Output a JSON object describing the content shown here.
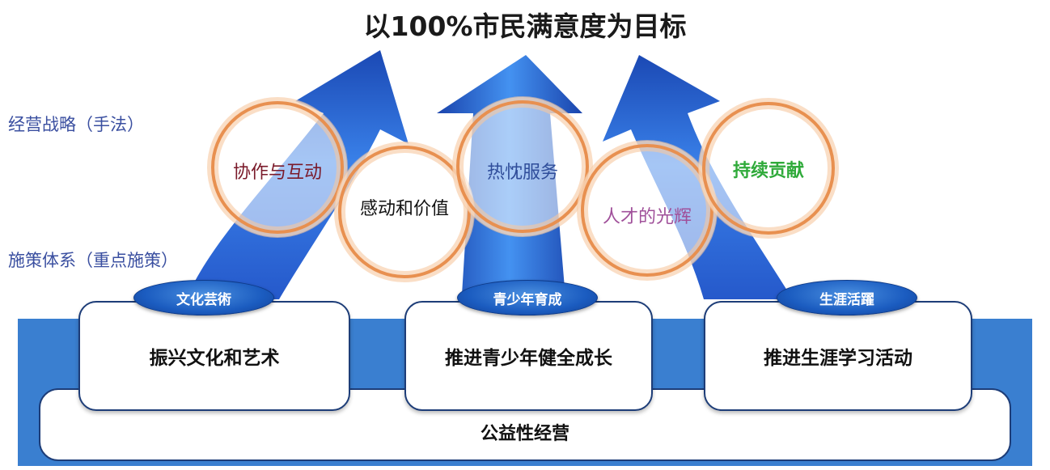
{
  "title": "以100%市民满意度为目标",
  "side_labels": {
    "strategy": "经营战略（手法）",
    "measures": "施策体系（重点施策）"
  },
  "rings": [
    {
      "label": "协作与互动",
      "color": "#7a1a2a"
    },
    {
      "label": "感动和价值",
      "color": "#111111"
    },
    {
      "label": "热忱服务",
      "color": "#2f4d9a"
    },
    {
      "label": "人才的光辉",
      "color": "#a0509a"
    },
    {
      "label": "持续贡献",
      "color": "#2faa3a"
    }
  ],
  "pillars": [
    {
      "tag": "文化芸術",
      "card": "振兴文化和艺术"
    },
    {
      "tag": "青少年育成",
      "card": "推进青少年健全成长"
    },
    {
      "tag": "生涯活躍",
      "card": "推进生涯学习活动"
    }
  ],
  "base": {
    "label": "公益性经营"
  },
  "colors": {
    "arrow": "#1e63d4",
    "band": "#3a7fd0",
    "ring": "#f0a060"
  }
}
